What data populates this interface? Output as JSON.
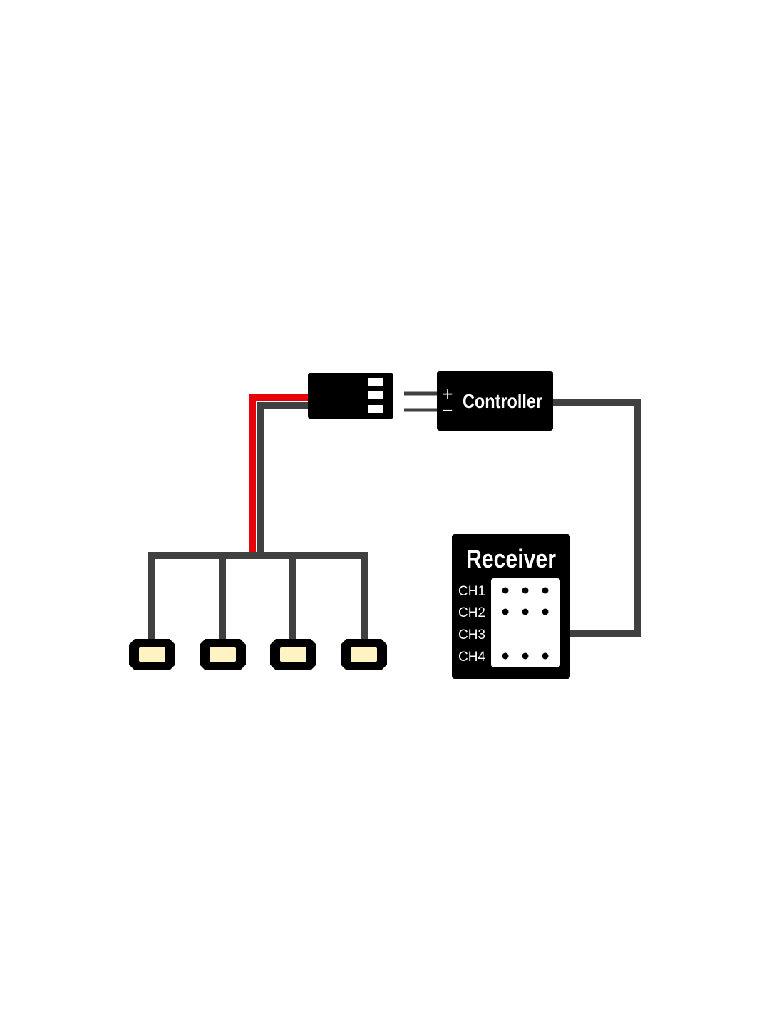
{
  "colors": {
    "wire": "#404040",
    "wire_positive": "#e8000b",
    "component_body": "#000000",
    "pin_area": "#ffffff",
    "led_light": "#fff3c4"
  },
  "connector": {
    "pins": 3
  },
  "controller": {
    "label": "Controller",
    "positive_symbol": "+",
    "negative_symbol": "−"
  },
  "receiver": {
    "title": "Receiver",
    "channels": [
      {
        "label": "CH1",
        "pins": 3,
        "connected": false
      },
      {
        "label": "CH2",
        "pins": 3,
        "connected": false
      },
      {
        "label": "CH3",
        "pins": 0,
        "connected": true
      },
      {
        "label": "CH4",
        "pins": 3,
        "connected": false
      }
    ]
  },
  "leds": {
    "count": 4
  }
}
